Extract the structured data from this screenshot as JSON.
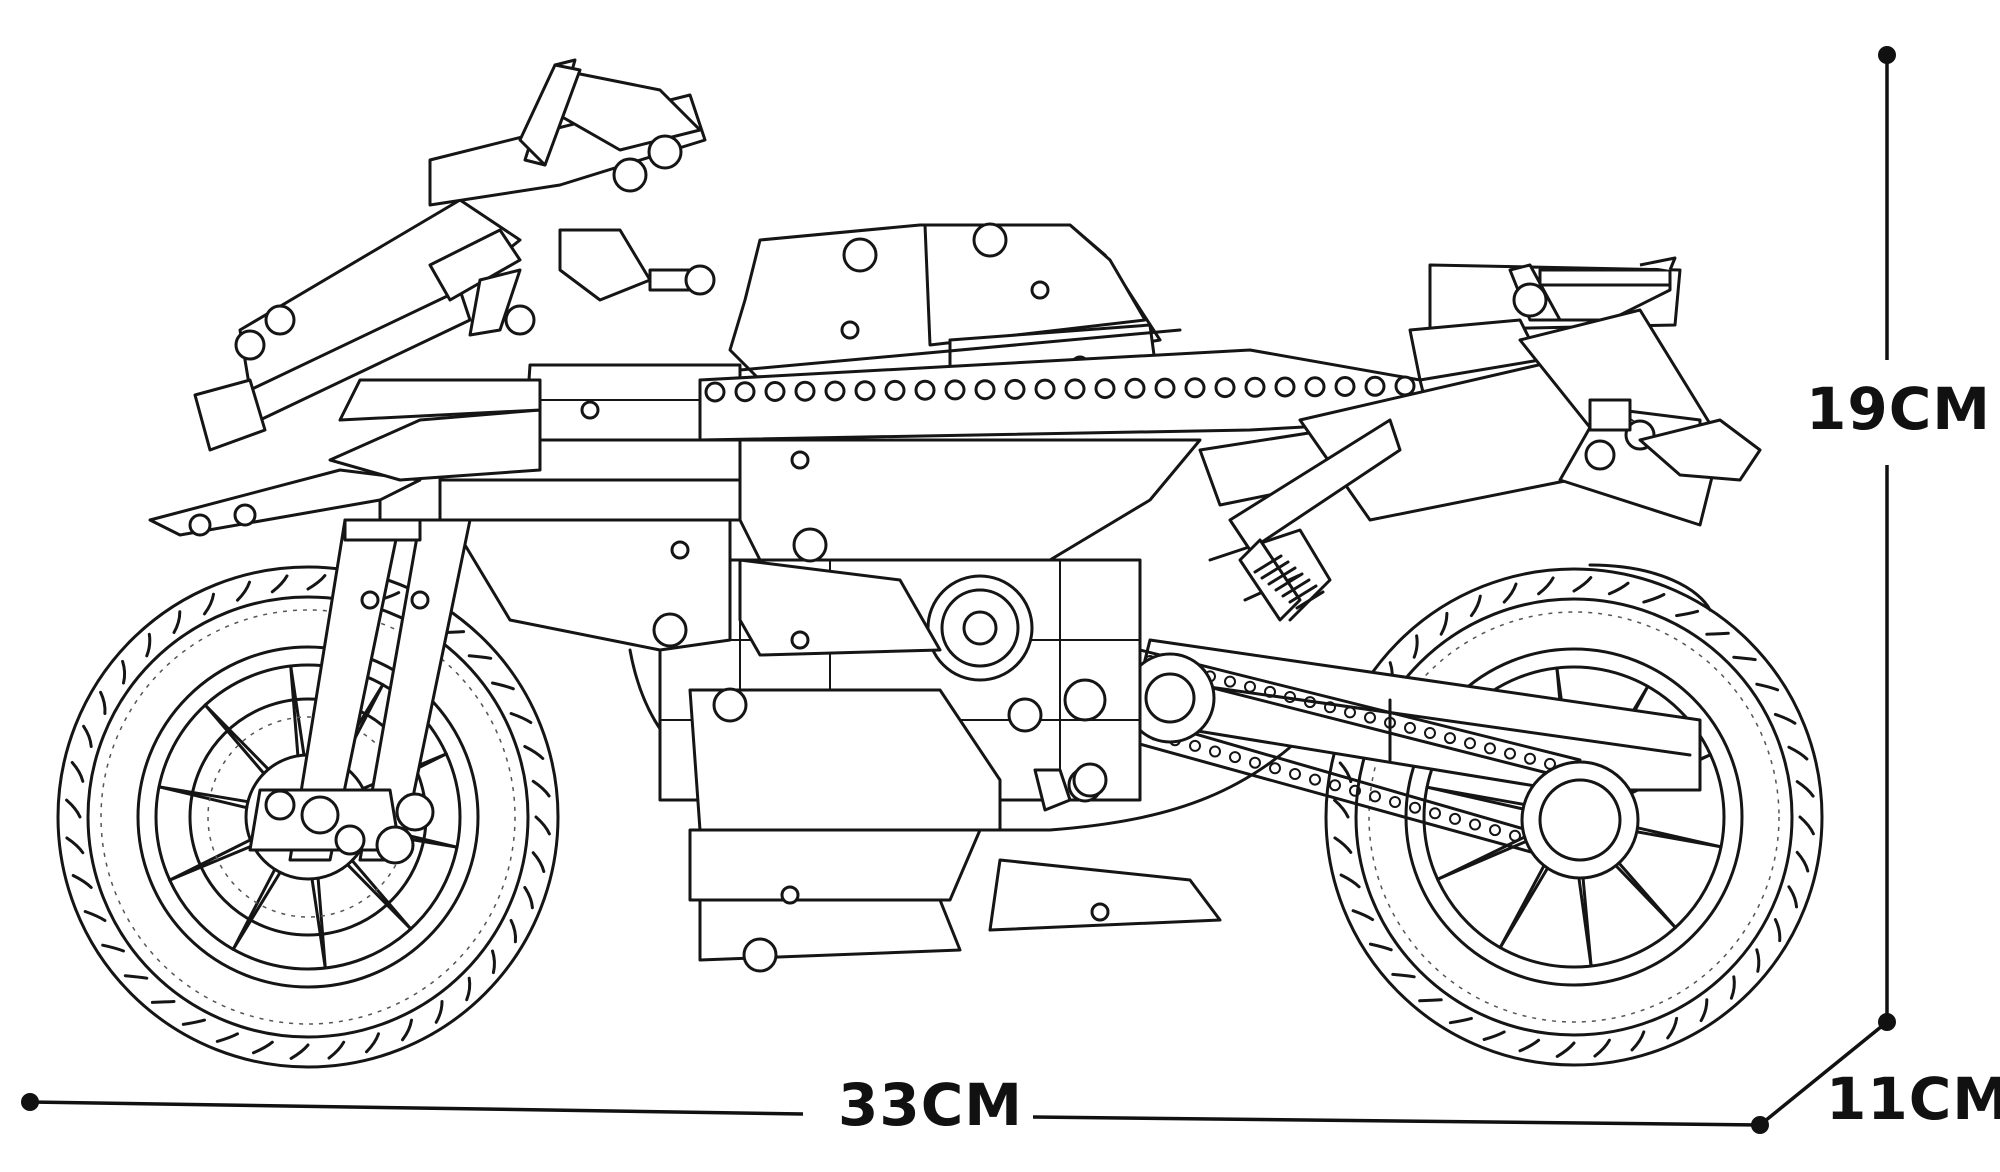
{
  "dimensions": {
    "length": "33CM",
    "height": "19CM",
    "depth": "11CM"
  },
  "colors": {
    "line": "#151515",
    "background": "#ffffff"
  }
}
